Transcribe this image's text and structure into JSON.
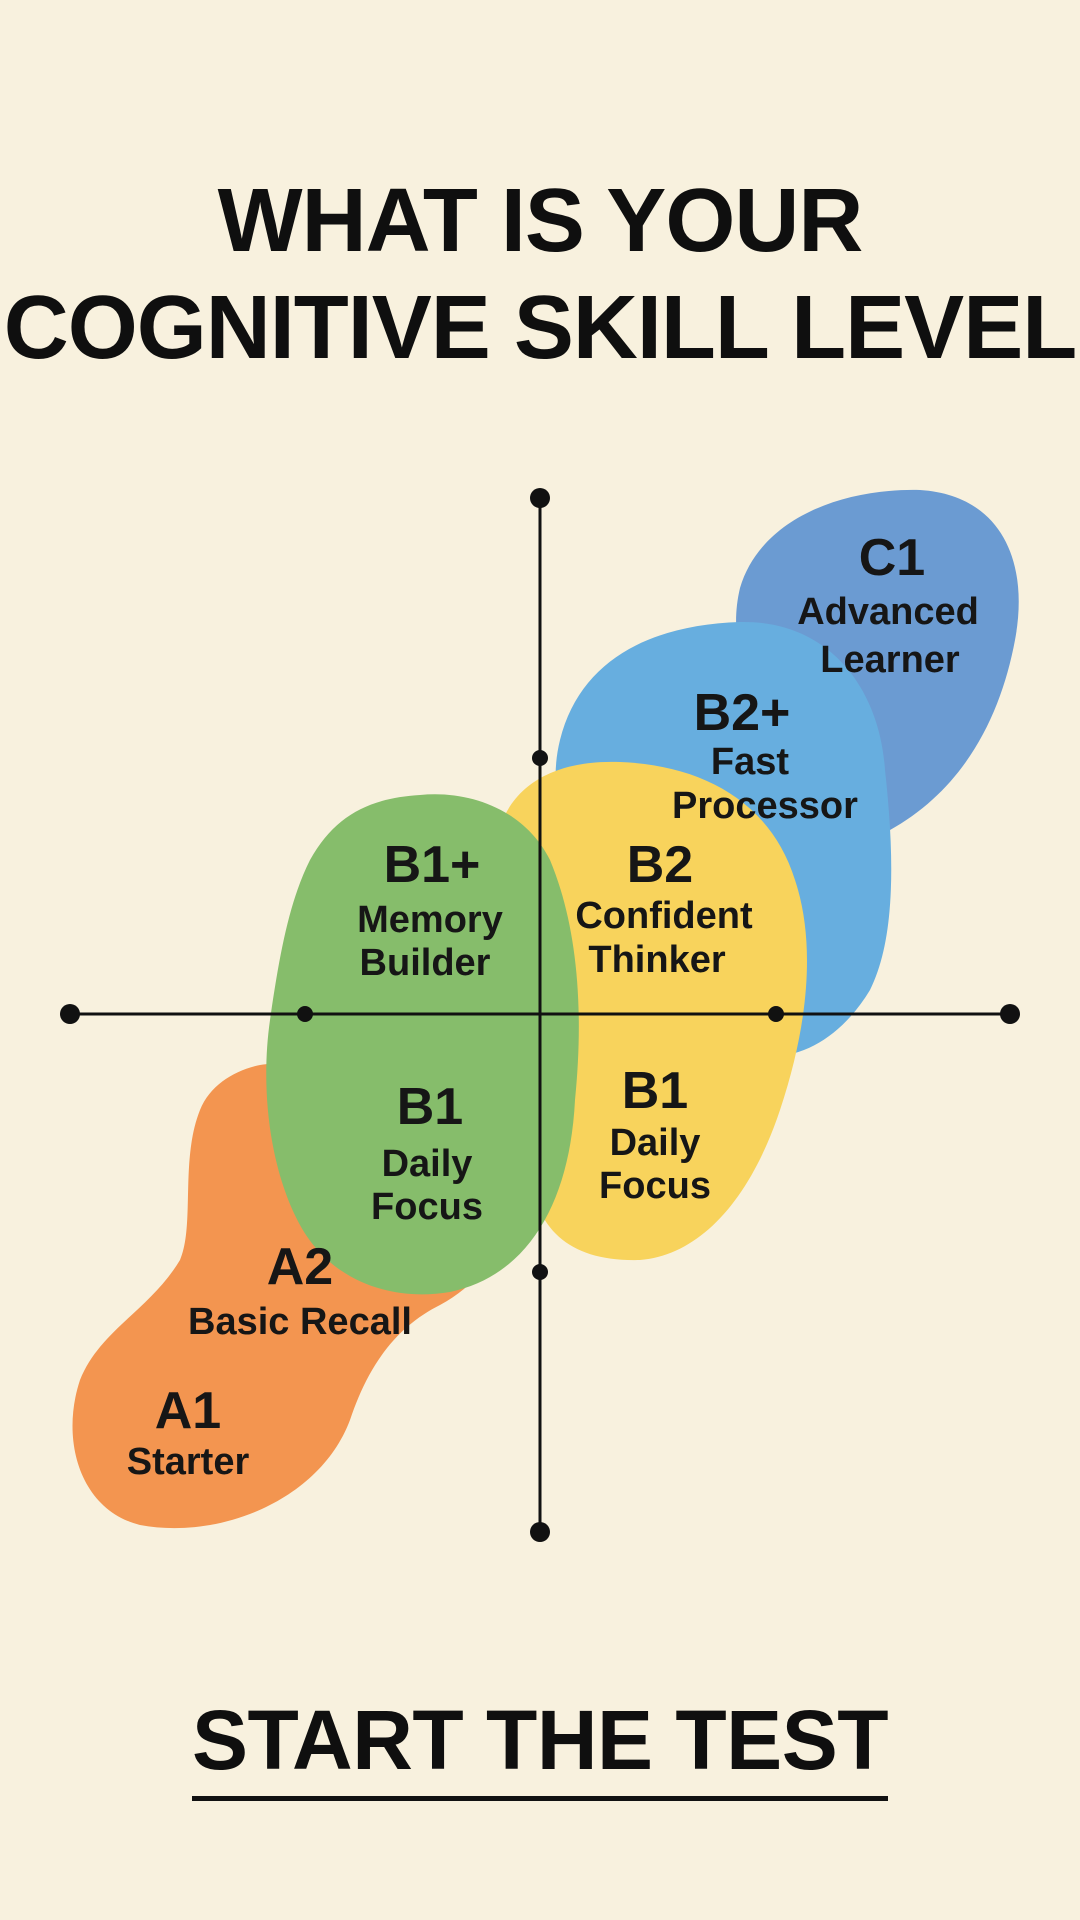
{
  "title": {
    "line1": "WHAT IS YOUR",
    "line2": "COGNITIVE SKILL LEVEL"
  },
  "levels": [
    {
      "code": "C1",
      "line1": "Advanced",
      "line2": "Learner"
    },
    {
      "code": "B2+",
      "line1": "Fast",
      "line2": "Processor"
    },
    {
      "code": "B2",
      "line1": "Confident",
      "line2": "Thinker"
    },
    {
      "code": "B1+",
      "line1": "Memory",
      "line2": "Builder"
    },
    {
      "code": "B1",
      "line1": "Daily",
      "line2": "Focus"
    },
    {
      "code": "B1",
      "line1": "Daily",
      "line2": "Focus"
    },
    {
      "code": "A2",
      "line1": "Basic Recall"
    },
    {
      "code": "A1",
      "line1": "Starter"
    }
  ],
  "colors": {
    "background": "#f8f1de",
    "orange": "#f39550",
    "green": "#86bd6b",
    "yellow": "#f8d35c",
    "light_blue": "#67aedf",
    "dark_blue": "#6b9bd2",
    "axis": "#111111"
  },
  "cta": {
    "label": "START THE TEST"
  }
}
